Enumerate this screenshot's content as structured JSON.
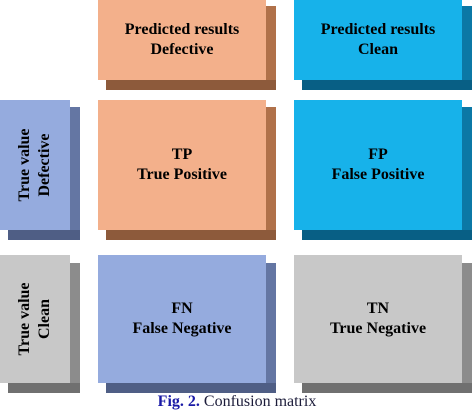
{
  "header_predicted_defective": {
    "line1": "Predicted results",
    "line2": "Defective"
  },
  "header_predicted_clean": {
    "line1": "Predicted results",
    "line2": "Clean"
  },
  "row_true_defective": {
    "line1": "True value",
    "line2": "Defective"
  },
  "row_true_clean": {
    "line1": "True value",
    "line2": "Clean"
  },
  "cells": {
    "tp": {
      "abbr": "TP",
      "name": "True Positive"
    },
    "fp": {
      "abbr": "FP",
      "name": "False Positive"
    },
    "fn": {
      "abbr": "FN",
      "name": "False Negative"
    },
    "tn": {
      "abbr": "TN",
      "name": "True Negative"
    }
  },
  "caption": {
    "fig_label": "Fig. 2.",
    "text": "Confusion matrix"
  },
  "colors": {
    "defective_orange": "#f3b08b",
    "clean_blue": "#17b2ea",
    "negative_lavender": "#95abde",
    "true_negative_gray": "#c8c8c8",
    "caption_blue": "#1a1aa6"
  }
}
